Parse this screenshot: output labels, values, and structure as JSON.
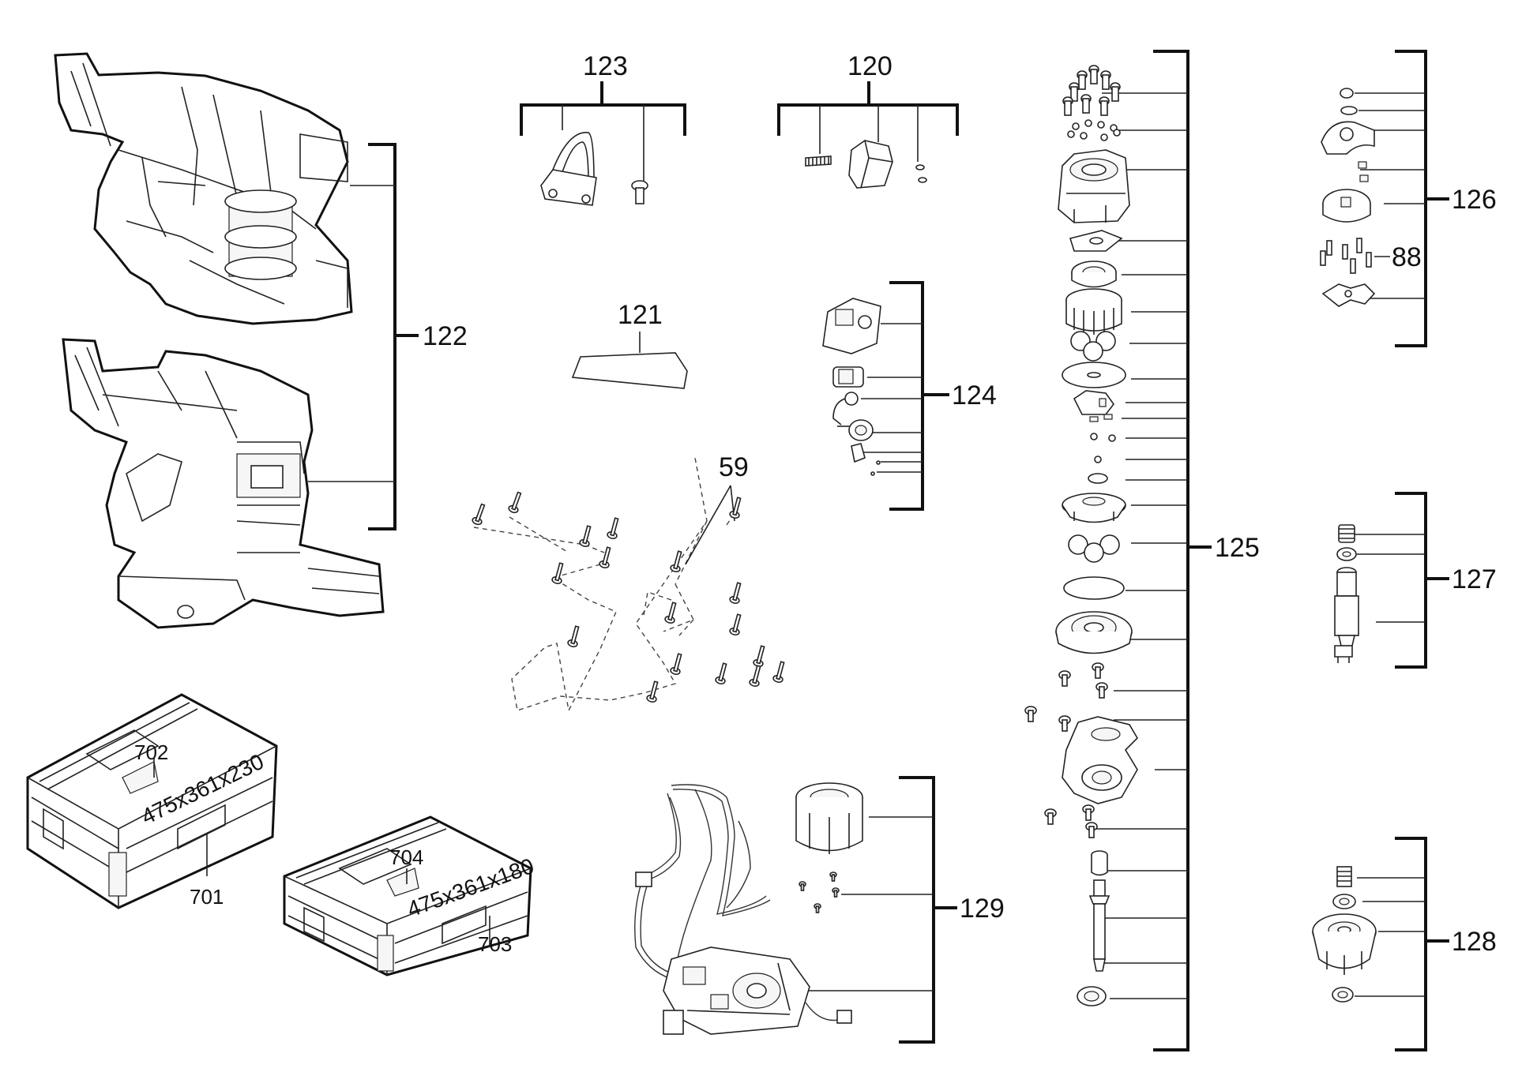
{
  "labels": {
    "p122": "122",
    "p123": "123",
    "p120": "120",
    "p121": "121",
    "p124": "124",
    "p59": "59",
    "p125": "125",
    "p126": "126",
    "p88": "88",
    "p127": "127",
    "p128": "128",
    "p129": "129",
    "p701": "701",
    "p702": "702",
    "p703": "703",
    "p704": "704"
  },
  "case_dimensions": {
    "case_701": "475x361x230",
    "case_703": "475x361x180"
  }
}
